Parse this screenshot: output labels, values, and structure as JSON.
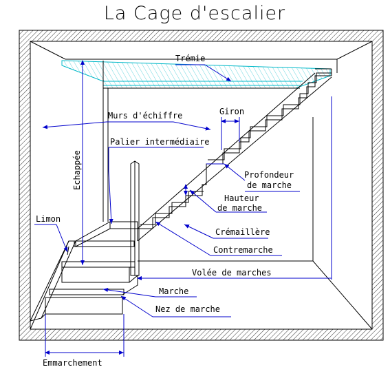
{
  "title": "La Cage d'escalier",
  "labels": {
    "tremie": "Trémie",
    "murs_echiffre": "Murs d'échiffre",
    "giron": "Giron",
    "palier_intermediaire": "Palier intermédiaire",
    "echappee": "Echappée",
    "profondeur_line1": "Profondeur",
    "profondeur_line2": "de marche",
    "hauteur_line1": "Hauteur",
    "hauteur_line2": "de marche",
    "limon": "Limon",
    "cremaillere": "Crémaillère",
    "contremarche": "Contremarche",
    "volee_marches": "Volée de marches",
    "marche": "Marche",
    "nez_marche": "Nez de marche",
    "emmarchement": "Emmarchement"
  },
  "colors": {
    "line": "#000000",
    "annotation": "#0000cc",
    "hatch": "#00b8c8"
  }
}
